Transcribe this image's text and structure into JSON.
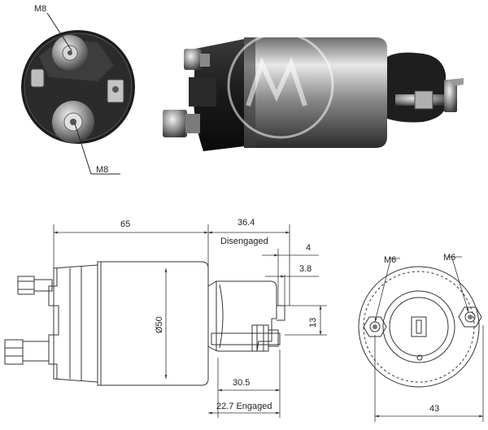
{
  "photos": {
    "end_view_callouts": {
      "top_stud": "M8",
      "bottom_stud": "M8"
    }
  },
  "drawing": {
    "dimensions": {
      "overall_body": "65",
      "disengaged_stroke": "36.4",
      "disengaged_label": "Disengaged",
      "gap_a": "4",
      "gap_b": "3.8",
      "body_diameter": "Ø50",
      "tab_height": "13",
      "plunger_length": "30.5",
      "engaged_stroke": "22.7 Engaged"
    },
    "end_view": {
      "hole_left": "M6",
      "hole_right": "M6",
      "hole_spacing": "43"
    }
  }
}
